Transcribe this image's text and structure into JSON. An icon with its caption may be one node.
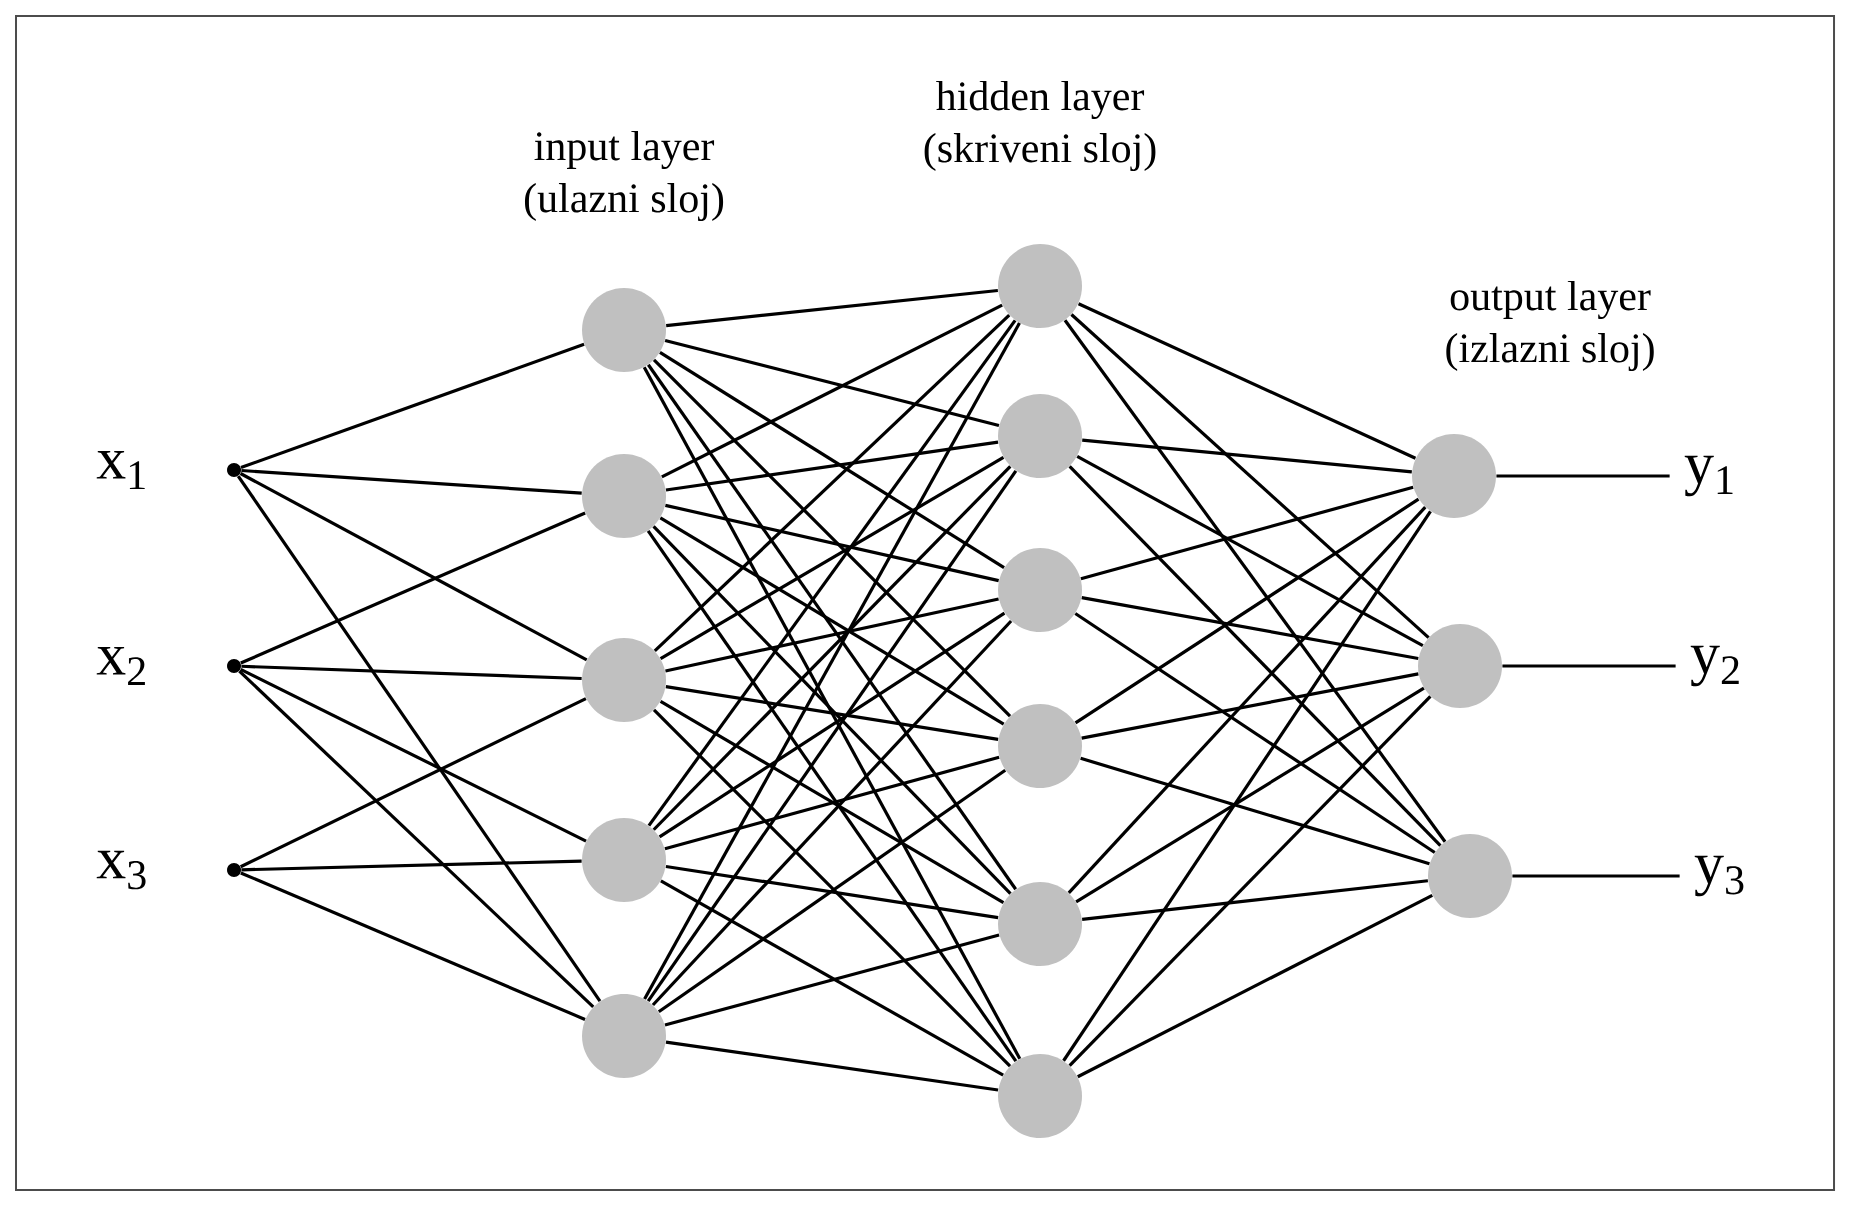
{
  "diagram": {
    "nodes": [
      {
        "text": [],
        "shape": "circle",
        "beside": [
          "x$_{1}$"
        ]
      },
      {
        "text": [],
        "shape": "circle",
        "beside": [
          "x$_{2}$"
        ]
      },
      {
        "text": [],
        "shape": "circle",
        "beside": [
          "x$_{3}$"
        ]
      },
      {
        "text": [],
        "shape": "circle"
      },
      {
        "text": [],
        "shape": "circle"
      },
      {
        "text": [],
        "shape": "circle"
      },
      {
        "text": [],
        "shape": "circle"
      },
      {
        "text": [],
        "shape": "circle"
      },
      {
        "text": [],
        "shape": "circle"
      },
      {
        "text": [],
        "shape": "circle"
      },
      {
        "text": [],
        "shape": "circle"
      },
      {
        "text": [],
        "shape": "circle"
      },
      {
        "text": [],
        "shape": "circle"
      },
      {
        "text": [],
        "shape": "circle"
      },
      {
        "text": [],
        "shape": "circle"
      },
      {
        "text": [],
        "shape": "circle"
      },
      {
        "text": [],
        "shape": "circle"
      },
      {
        "text": [
          "y$_{1}$"
        ]
      },
      {
        "text": [
          "y$_{2}$"
        ]
      },
      {
        "text": [
          "y$_{3}$"
        ]
      }
    ],
    "edges": [
      {
        "from": 0,
        "to": 3,
        "arrow": "none"
      },
      {
        "from": 0,
        "to": 4,
        "arrow": "none"
      },
      {
        "from": 0,
        "to": 5,
        "arrow": "none"
      },
      {
        "from": 0,
        "to": 7,
        "arrow": "none"
      },
      {
        "from": 1,
        "to": 4,
        "arrow": "none"
      },
      {
        "from": 1,
        "to": 5,
        "arrow": "none"
      },
      {
        "from": 1,
        "to": 6,
        "arrow": "none"
      },
      {
        "from": 1,
        "to": 7,
        "arrow": "none"
      },
      {
        "from": 2,
        "to": 5,
        "arrow": "none"
      },
      {
        "from": 2,
        "to": 6,
        "arrow": "none"
      },
      {
        "from": 2,
        "to": 7,
        "arrow": "none"
      },
      {
        "from": 3,
        "to": 8,
        "arrow": "none"
      },
      {
        "from": 3,
        "to": 9,
        "arrow": "none"
      },
      {
        "from": 3,
        "to": 10,
        "arrow": "none"
      },
      {
        "from": 3,
        "to": 11,
        "arrow": "none"
      },
      {
        "from": 3,
        "to": 12,
        "arrow": "none"
      },
      {
        "from": 3,
        "to": 13,
        "arrow": "none"
      },
      {
        "from": 4,
        "to": 8,
        "arrow": "none"
      },
      {
        "from": 4,
        "to": 9,
        "arrow": "none"
      },
      {
        "from": 4,
        "to": 10,
        "arrow": "none"
      },
      {
        "from": 4,
        "to": 11,
        "arrow": "none"
      },
      {
        "from": 4,
        "to": 12,
        "arrow": "none"
      },
      {
        "from": 4,
        "to": 13,
        "arrow": "none"
      },
      {
        "from": 5,
        "to": 8,
        "arrow": "none"
      },
      {
        "from": 5,
        "to": 9,
        "arrow": "none"
      },
      {
        "from": 5,
        "to": 10,
        "arrow": "none"
      },
      {
        "from": 5,
        "to": 11,
        "arrow": "none"
      },
      {
        "from": 5,
        "to": 12,
        "arrow": "none"
      },
      {
        "from": 5,
        "to": 13,
        "arrow": "none"
      },
      {
        "from": 6,
        "to": 8,
        "arrow": "none"
      },
      {
        "from": 6,
        "to": 9,
        "arrow": "none"
      },
      {
        "from": 6,
        "to": 10,
        "arrow": "none"
      },
      {
        "from": 6,
        "to": 11,
        "arrow": "none"
      },
      {
        "from": 6,
        "to": 12,
        "arrow": "none"
      },
      {
        "from": 6,
        "to": 13,
        "arrow": "none"
      },
      {
        "from": 7,
        "to": 8,
        "arrow": "none"
      },
      {
        "from": 7,
        "to": 9,
        "arrow": "none"
      },
      {
        "from": 7,
        "to": 10,
        "arrow": "none"
      },
      {
        "from": 7,
        "to": 11,
        "arrow": "none"
      },
      {
        "from": 7,
        "to": 12,
        "arrow": "none"
      },
      {
        "from": 7,
        "to": 13,
        "arrow": "none"
      },
      {
        "from": 8,
        "to": 14,
        "arrow": "none"
      },
      {
        "from": 8,
        "to": 15,
        "arrow": "none"
      },
      {
        "from": 8,
        "to": 16,
        "arrow": "none"
      },
      {
        "from": 9,
        "to": 14,
        "arrow": "none"
      },
      {
        "from": 9,
        "to": 15,
        "arrow": "none"
      },
      {
        "from": 9,
        "to": 16,
        "arrow": "none"
      },
      {
        "from": 10,
        "to": 14,
        "arrow": "none"
      },
      {
        "from": 10,
        "to": 15,
        "arrow": "none"
      },
      {
        "from": 10,
        "to": 16,
        "arrow": "none"
      },
      {
        "from": 11,
        "to": 14,
        "arrow": "none"
      },
      {
        "from": 11,
        "to": 15,
        "arrow": "none"
      },
      {
        "from": 11,
        "to": 16,
        "arrow": "none"
      },
      {
        "from": 12,
        "to": 14,
        "arrow": "none"
      },
      {
        "from": 12,
        "to": 15,
        "arrow": "none"
      },
      {
        "from": 12,
        "to": 16,
        "arrow": "none"
      },
      {
        "from": 13,
        "to": 14,
        "arrow": "none"
      },
      {
        "from": 13,
        "to": 15,
        "arrow": "none"
      },
      {
        "from": 13,
        "to": 16,
        "arrow": "none"
      },
      {
        "from": 14,
        "to": 17,
        "arrow": "none"
      },
      {
        "from": 15,
        "to": 18,
        "arrow": "none"
      },
      {
        "from": 16,
        "to": 19,
        "arrow": "none"
      }
    ],
    "labels": [
      "hidden layer",
      "(skriveni sloj)",
      "input layer",
      "(ulazni sloj)",
      "output layer",
      "(izlazni sloj)"
    ]
  }
}
